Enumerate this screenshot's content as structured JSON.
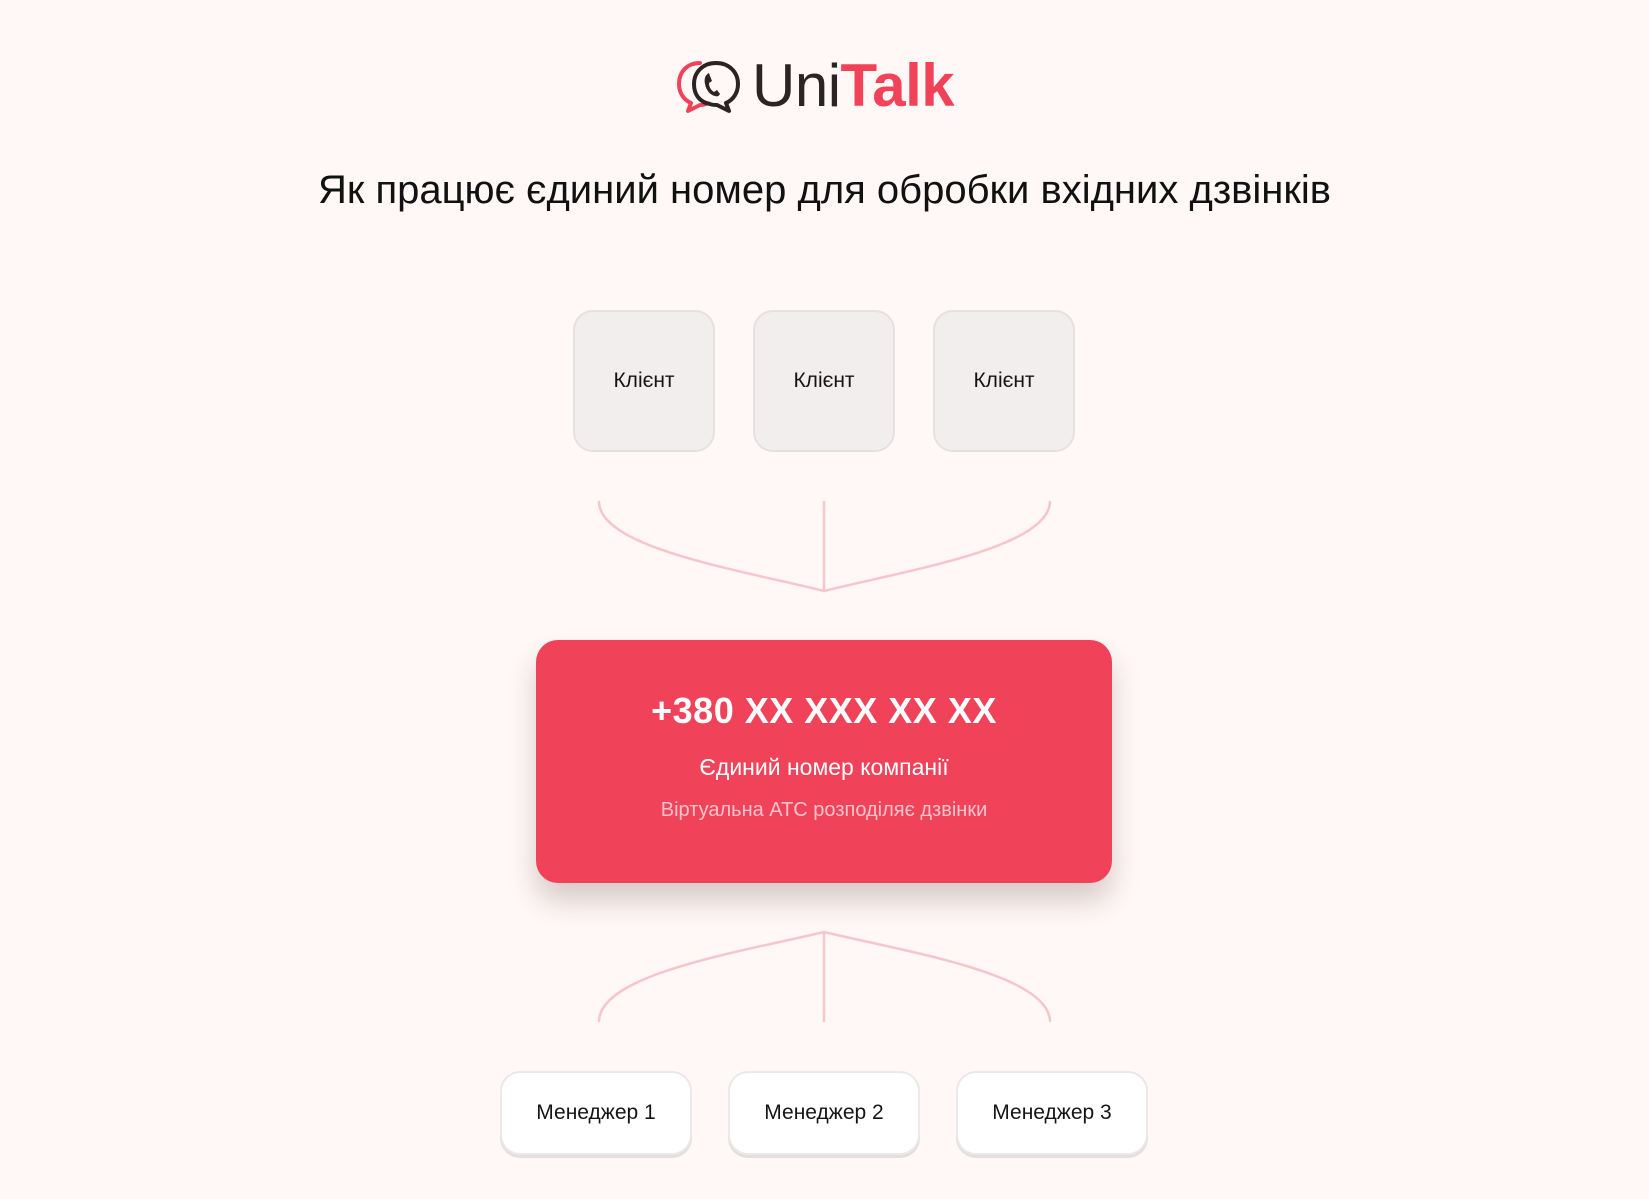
{
  "brand": {
    "name_part1": "Uni",
    "name_part2": "Talk",
    "icon": "chat-phone-icon",
    "colors": {
      "accent": "#f0435a",
      "dark": "#2a2524"
    }
  },
  "title": "Як працює єдиний номер для обробки вхідних дзвінків",
  "clients": [
    {
      "label": "Клієнт"
    },
    {
      "label": "Клієнт"
    },
    {
      "label": "Клієнт"
    }
  ],
  "company_number": {
    "number": "+380 XX XXX XX XX",
    "label": "Єдиний номер компанії",
    "description": "Віртуальна АТС розподіляє дзвінки"
  },
  "managers": [
    {
      "label": "Менеджер 1"
    },
    {
      "label": "Менеджер 2"
    },
    {
      "label": "Менеджер 3"
    }
  ],
  "colors": {
    "background": "#fff8f7",
    "connector": "#f6c6cc",
    "client_box": "#f2eeed",
    "number_card": "#f0435a"
  }
}
